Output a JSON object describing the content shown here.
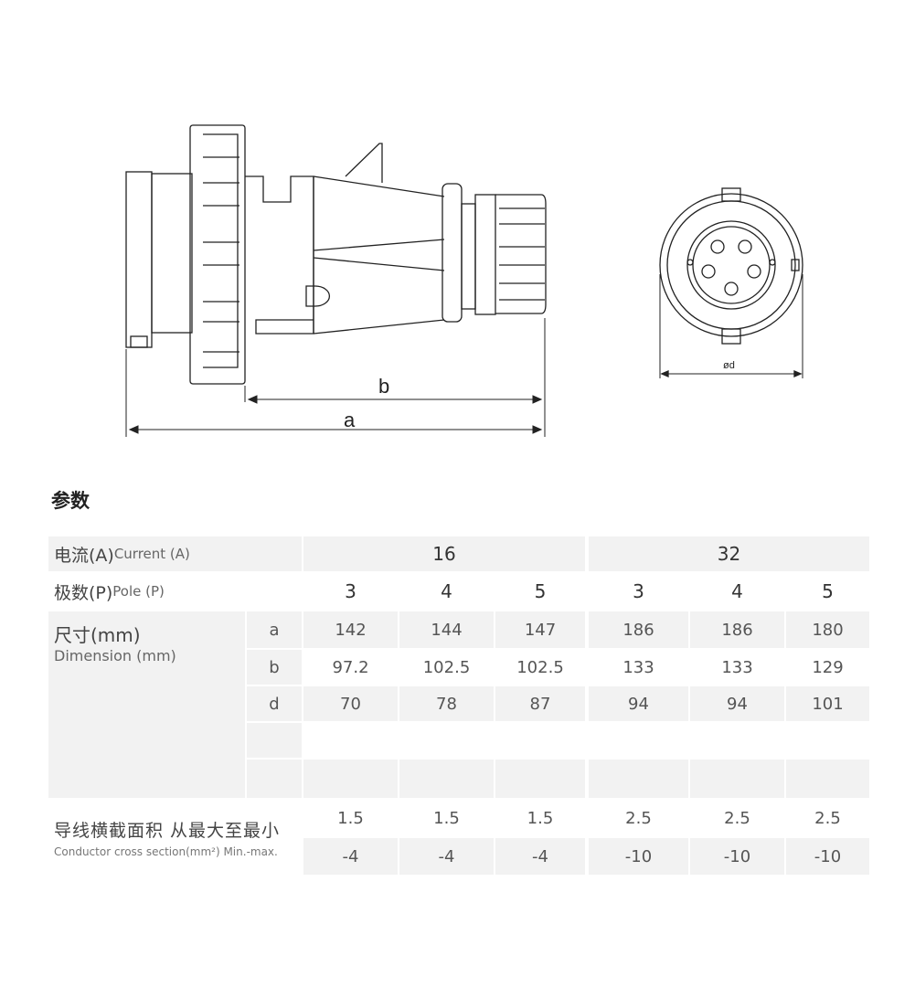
{
  "drawing": {
    "label_a": "a",
    "label_b": "b",
    "label_d": "ød"
  },
  "section_title": "参数",
  "table": {
    "current_label_cn": "电流(A)",
    "current_label_en": "Current (A)",
    "current_values": [
      "16",
      "32"
    ],
    "pole_label_cn": "极数(P)",
    "pole_label_en": "Pole (P)",
    "poles": [
      "3",
      "4",
      "5",
      "3",
      "4",
      "5"
    ],
    "dimension_label_cn": "尺寸(mm)",
    "dimension_label_en": "Dimension (mm)",
    "dim_rows": [
      {
        "key": "a",
        "values": [
          "142",
          "144",
          "147",
          "186",
          "186",
          "180"
        ]
      },
      {
        "key": "b",
        "values": [
          "97.2",
          "102.5",
          "102.5",
          "133",
          "133",
          "129"
        ]
      },
      {
        "key": "d",
        "values": [
          "70",
          "78",
          "87",
          "94",
          "94",
          "101"
        ]
      }
    ],
    "conductor_label_cn": "导线横截面积 从最大至最小",
    "conductor_label_en": "Conductor cross section(mm²) Min.-max.",
    "conductor_min": [
      "1.5",
      "1.5",
      "1.5",
      "2.5",
      "2.5",
      "2.5"
    ],
    "conductor_max": [
      "-4",
      "-4",
      "-4",
      "-10",
      "-10",
      "-10"
    ]
  }
}
